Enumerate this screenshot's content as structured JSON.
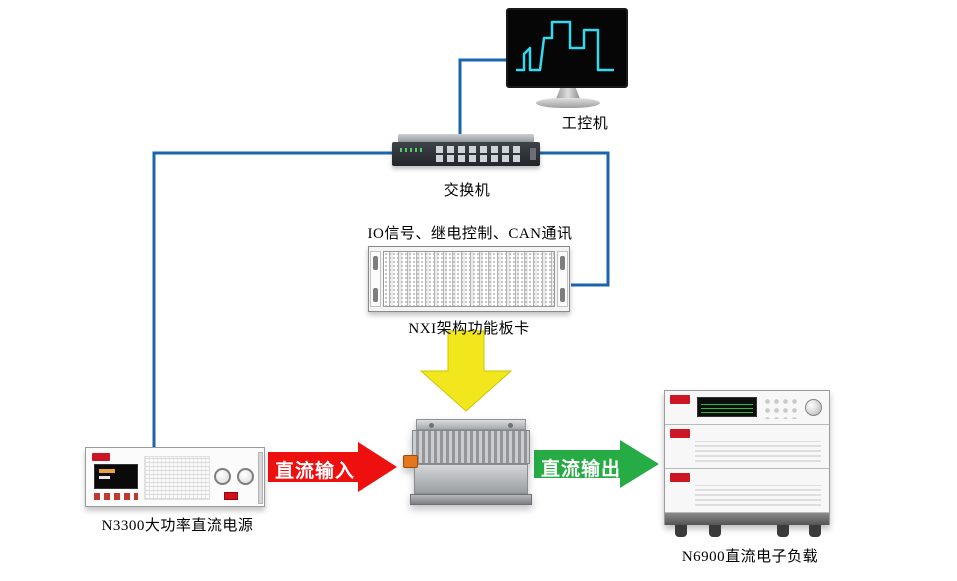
{
  "diagram": {
    "ipc": {
      "label": "工控机"
    },
    "switch": {
      "label": "交换机"
    },
    "nxi": {
      "label": "NXI架构功能板卡",
      "annotation": "IO信号、继电控制、CAN通讯"
    },
    "psu": {
      "label": "N3300大功率直流电源"
    },
    "load": {
      "label": "N6900直流电子负载"
    },
    "arrows": {
      "dc_input": "直流输入",
      "dc_output": "直流输出"
    },
    "colors": {
      "connection_line": "#1b64ae",
      "dc_input_arrow": "#ee0f0f",
      "dc_output_arrow": "#27ab44",
      "control_arrow": "#f2e71c",
      "waveform": "#35d8ef",
      "brand_red": "#cc1623"
    }
  }
}
